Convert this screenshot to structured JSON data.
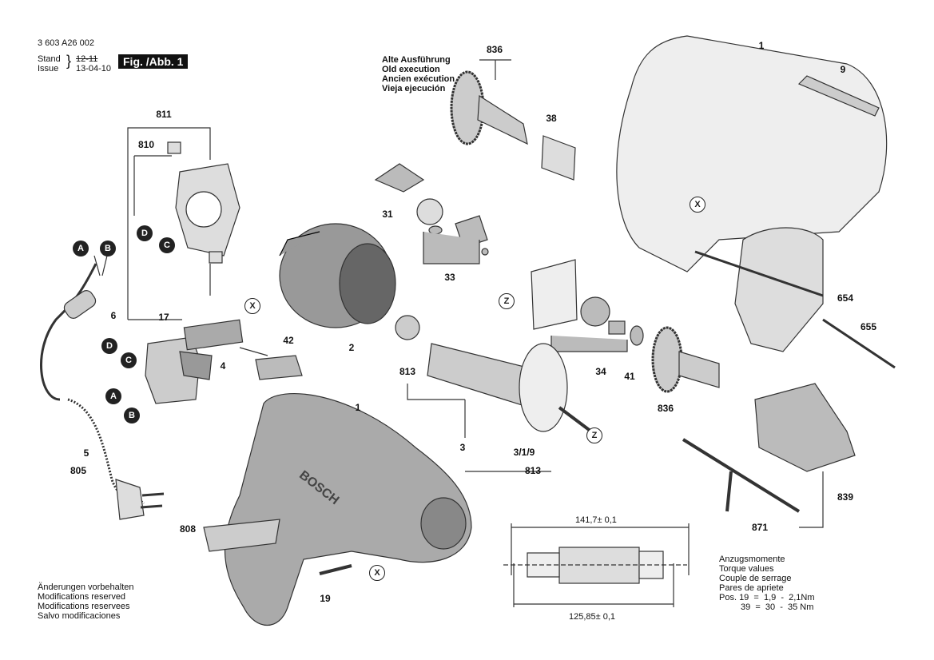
{
  "header": {
    "part_number": "3 603 A26 002",
    "stand_label": "Stand",
    "issue_label": "Issue",
    "old_date": "12-11",
    "issue_date": "13-04-10",
    "figure_label": "Fig. /Abb. 1"
  },
  "old_execution": [
    "Alte Ausführung",
    "Old execution",
    "Ancien exécution",
    "Vieja ejecución"
  ],
  "modifications": [
    "Änderungen vorbehalten",
    "Modifications reserved",
    "Modifications reservees",
    "Salvo modificaciones"
  ],
  "torque": {
    "lines": [
      "Anzugsmomente",
      "Torque values",
      "Couple de serrage",
      "Pares de apriete"
    ],
    "pos19": "Pos. 19  =  1,9  -  2,1Nm",
    "pos39": "39  =  30  -  35 Nm"
  },
  "dimensions": {
    "overall": "141,7± 0,1",
    "body": "125,85± 0,1"
  },
  "brand_on_housing": "BOSCH",
  "part_labels": [
    "811",
    "810",
    "6",
    "17",
    "42",
    "2",
    "4",
    "5",
    "805",
    "808",
    "1",
    "19",
    "836",
    "38",
    "31",
    "33",
    "34",
    "41",
    "813",
    "3",
    "3/1/9",
    "813",
    "836",
    "1",
    "9",
    "654",
    "655",
    "839",
    "871"
  ],
  "markers": [
    "A",
    "B",
    "D",
    "C",
    "D",
    "C",
    "A",
    "B",
    "X",
    "X",
    "Z",
    "Z",
    "X"
  ]
}
